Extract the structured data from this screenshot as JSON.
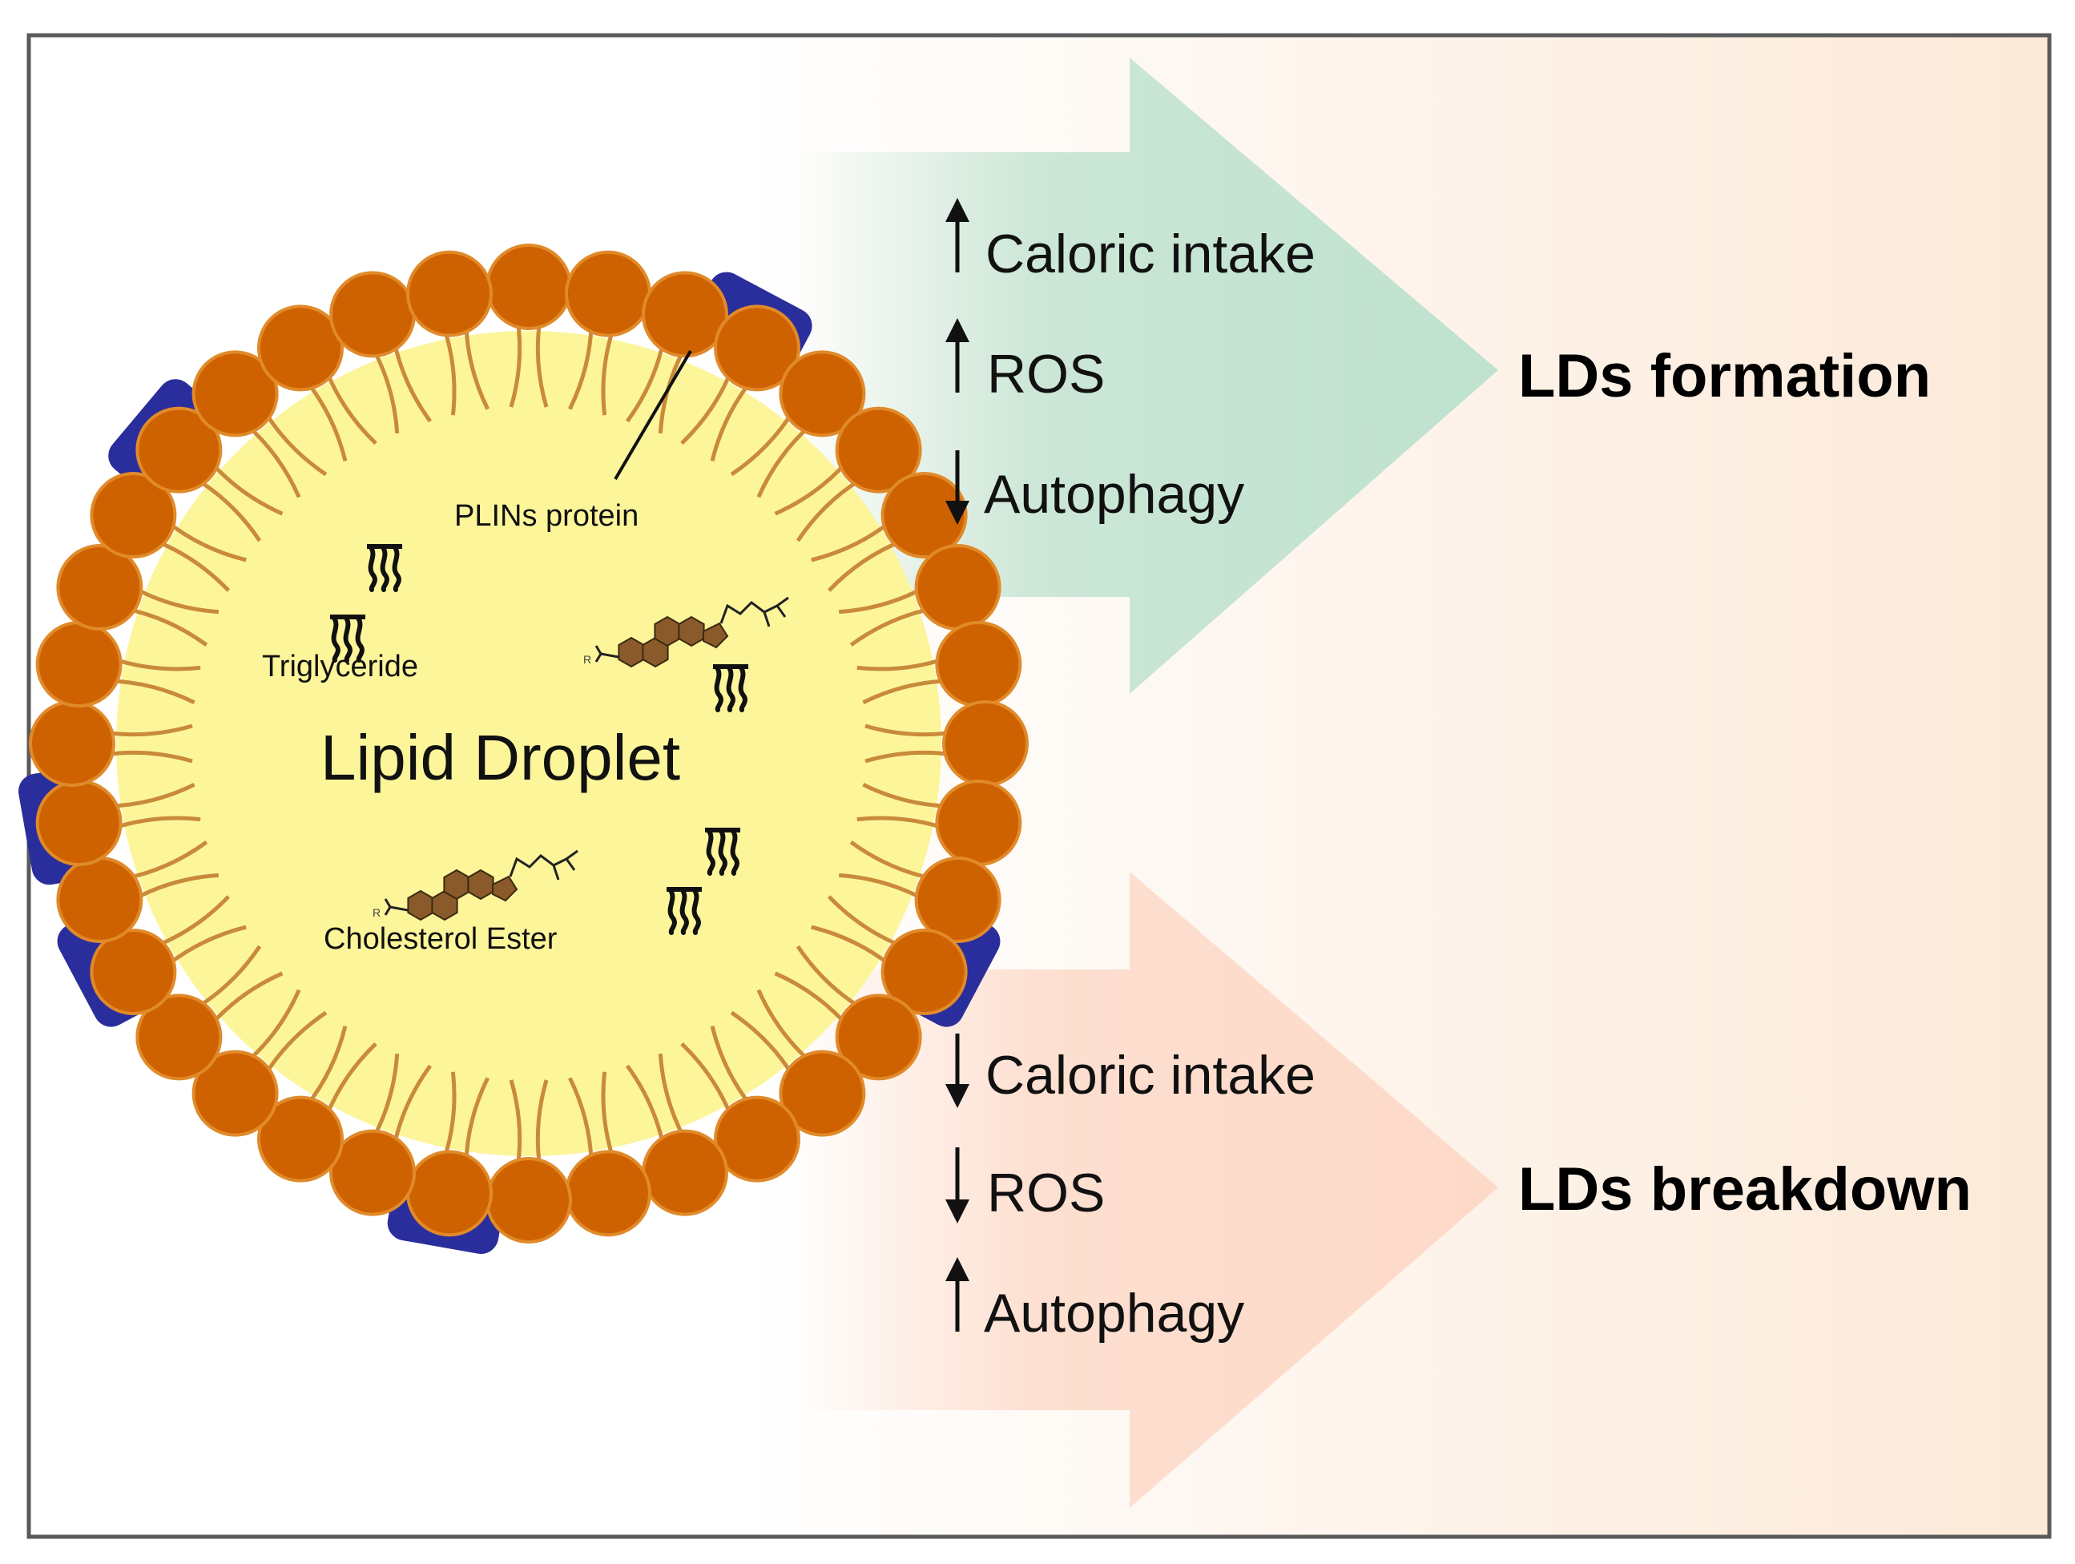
{
  "colors": {
    "frame_border": "#5a5a5a",
    "background_right": "#fce9d8",
    "formation_arrow": "#bfe2cf",
    "breakdown_arrow": "#fdd9c8",
    "droplet_core": "#fdf59a",
    "phospholipid_head": "#cf6200",
    "phospholipid_tail": "#c98a3a",
    "perilipin_protein": "#2a2d9c",
    "sterol_ring": "#8a5a2a"
  },
  "droplet": {
    "title": "Lipid Droplet",
    "labels": {
      "plin": "PLINs protein",
      "triglyceride": "Triglyceride",
      "cholesterol_ester": "Cholesterol Ester",
      "sterol_r_group": "R"
    }
  },
  "formation": {
    "outcome": "LDs formation",
    "factors": [
      {
        "direction": "up",
        "label": "Caloric intake"
      },
      {
        "direction": "up",
        "label": "ROS"
      },
      {
        "direction": "down",
        "label": "Autophagy"
      }
    ]
  },
  "breakdown": {
    "outcome": "LDs breakdown",
    "factors": [
      {
        "direction": "down",
        "label": "Caloric intake"
      },
      {
        "direction": "down",
        "label": "ROS"
      },
      {
        "direction": "up",
        "label": "Autophagy"
      }
    ]
  }
}
